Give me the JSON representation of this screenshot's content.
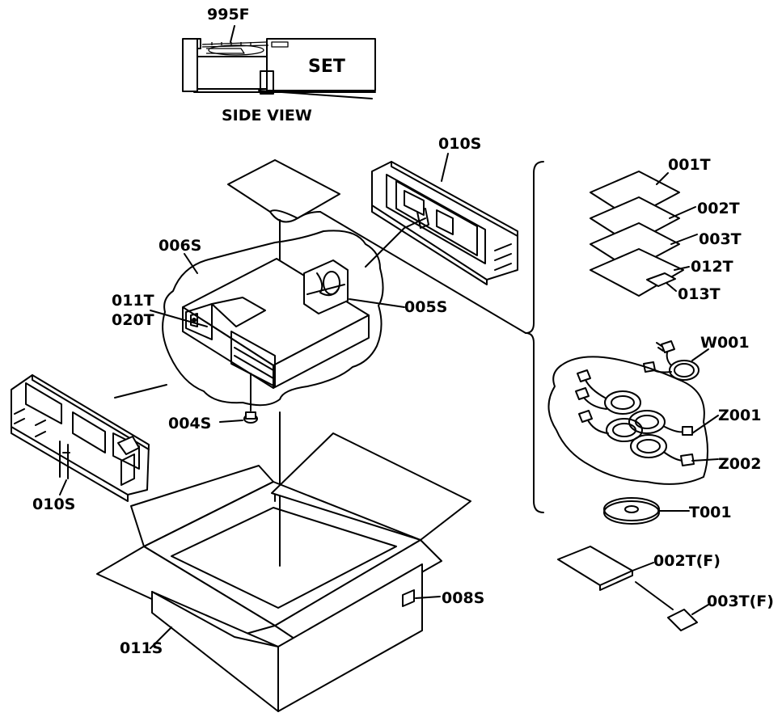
{
  "diagram": {
    "side_view": {
      "label": "SIDE VIEW",
      "set_label": "SET",
      "part_label": "995F"
    },
    "labels": {
      "p001T": "001T",
      "p002T": "002T",
      "p003T": "003T",
      "p012T": "012T",
      "p013T": "013T",
      "pW001": "W001",
      "pZ001": "Z001",
      "pZ002": "Z002",
      "pT001": "T001",
      "p002TF": "002T(F)",
      "p003TF": "003T(F)",
      "p010S_top": "010S",
      "p010S_left": "010S",
      "p006S": "006S",
      "p005S": "005S",
      "p011T": "011T",
      "p020T": "020T",
      "p004S": "004S",
      "p008S": "008S",
      "p011S": "011S"
    }
  }
}
